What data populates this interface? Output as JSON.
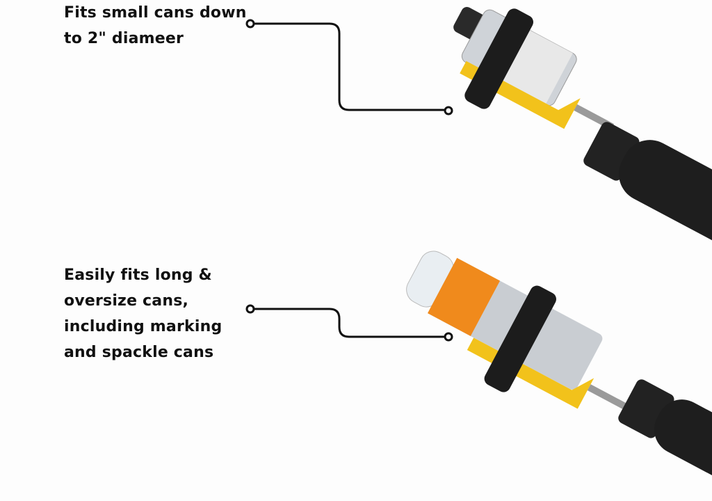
{
  "callouts": [
    {
      "lines": [
        "Fits small cans down",
        "to 2\" diameer"
      ]
    },
    {
      "lines": [
        "Easily fits long &",
        "oversize cans,",
        "including marking",
        "and spackle cans"
      ]
    }
  ],
  "colors": {
    "holder": "#f2c21b",
    "strap": "#1c1c1c",
    "saw": "#222222",
    "can_orange": "#f08a1c",
    "can_silver": "#c9cdd2",
    "leader": "#111111"
  }
}
